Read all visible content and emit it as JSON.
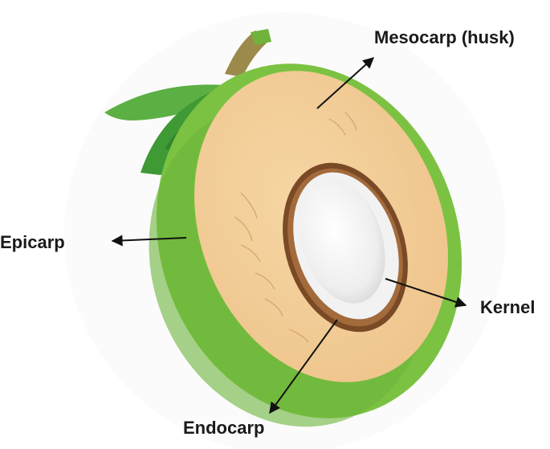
{
  "labels": {
    "mesocarp": "Mesocarp (husk)",
    "epicarp": "Epicarp",
    "kernel": "Kernel",
    "endocarp": "Endocarp"
  },
  "colors": {
    "epicarp_green": "#7cc242",
    "leaf_green": "#4caf3e",
    "mesocarp_tan": "#f3cf98",
    "endocarp_brown": "#7a4a26",
    "kernel_white": "#f2f2f2",
    "stem_olive": "#9c8a4a",
    "arrow": "#111111"
  },
  "icons": {
    "illustration": "coconut-cross-section"
  }
}
